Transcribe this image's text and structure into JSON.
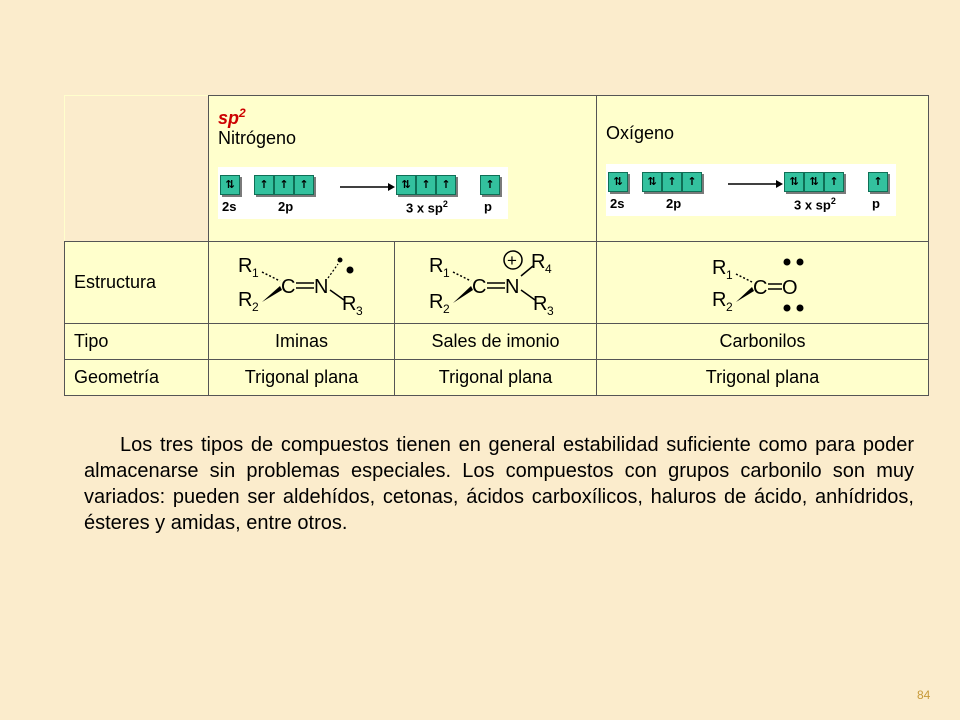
{
  "header": {
    "hybridization": "sp",
    "hybridization_sup": "2",
    "nitrogen": "Nitrógeno",
    "oxygen": "Oxígeno"
  },
  "orbitals": {
    "nitrogen": {
      "boxes": [
        "⇅",
        "↑",
        "↑",
        "↑",
        "⇅",
        "↑",
        "↑",
        "↑"
      ],
      "labels": {
        "s": "2s",
        "p": "2p",
        "sp2": "3 x sp",
        "sp2_sup": "2",
        "p2": "p"
      }
    },
    "oxygen": {
      "boxes": [
        "⇅",
        "⇅",
        "↑",
        "↑",
        "⇅",
        "⇅",
        "↑",
        "↑"
      ],
      "labels": {
        "s": "2s",
        "p": "2p",
        "sp2": "3 x sp",
        "sp2_sup": "2",
        "p2": "p"
      }
    }
  },
  "rows": {
    "estructura": "Estructura",
    "tipo": "Tipo",
    "geometria": "Geometría"
  },
  "structures": {
    "imine": {
      "r1": "R",
      "r1sub": "1",
      "r2": "R",
      "r2sub": "2",
      "r3": "R",
      "r3sub": "3",
      "c": "C",
      "n": "N"
    },
    "iminium": {
      "r1": "R",
      "r1sub": "1",
      "r2": "R",
      "r2sub": "2",
      "r3": "R",
      "r3sub": "3",
      "r4": "R",
      "r4sub": "4",
      "c": "C",
      "n": "N",
      "plus": "+"
    },
    "carbonyl": {
      "r1": "R",
      "r1sub": "1",
      "r2": "R",
      "r2sub": "2",
      "c": "C",
      "o": "O"
    }
  },
  "types": [
    "Iminas",
    "Sales de imonio",
    "Carbonilos"
  ],
  "geometries": [
    "Trigonal plana",
    "Trigonal plana",
    "Trigonal plana"
  ],
  "paragraph": "Los tres tipos de compuestos tienen en general estabilidad suficiente como para poder almacenarse sin problemas especiales. Los compuestos con grupos carbonilo son muy variados: pueden ser aldehídos, cetonas, ácidos carboxílicos, haluros de ácido, anhídridos, ésteres y amidas, entre otros.",
  "page_number": "84"
}
